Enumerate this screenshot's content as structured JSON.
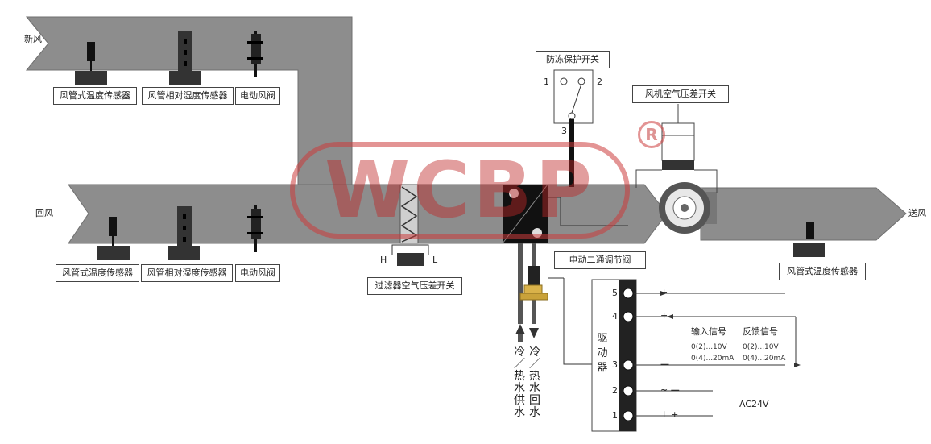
{
  "labels": {
    "fresh_air": "新风",
    "return_air": "回风",
    "supply_air": "送风",
    "antifreeze_switch": "防冻保护开关",
    "switch_pin1": "1",
    "switch_pin2": "2",
    "switch_pin3": "3",
    "fan_pressure_switch": "风机空气压差开关",
    "filter_pressure_switch": "过滤器空气压差开关",
    "filter_h": "H",
    "filter_l": "L",
    "valve": "电动二通调节阀",
    "driver": "驱动器",
    "water_supply": "冷／热水供水",
    "water_return": "冷／热水回水",
    "input_signal": "输入信号",
    "feedback_signal": "反馈信号",
    "input_v": "0(2)...10V",
    "input_ma": "0(4)...20mA",
    "feedback_v": "0(2)...10V",
    "feedback_ma": "0(4)...20mA",
    "ac24v": "AC24V",
    "watermark": "WCBP",
    "registered": "R"
  },
  "sensor_boxes_top": [
    "风管式温度传感器",
    "风管相对湿度传感器",
    "电动风阀"
  ],
  "sensor_boxes_mid": [
    "风管式温度传感器",
    "风管相对湿度传感器",
    "电动风阀"
  ],
  "sensor_box_right": "风管式温度传感器",
  "terminals": [
    {
      "num": "5",
      "sign": "+"
    },
    {
      "num": "4",
      "sign": "+"
    },
    {
      "num": "3",
      "sign": "—"
    },
    {
      "num": "2",
      "sign": "~  —"
    },
    {
      "num": "1",
      "sign": "⊥  +"
    }
  ],
  "colors": {
    "duct": "#8d8d8d",
    "duct_edge": "#6f6f6f",
    "dark": "#222222",
    "watermark": "#cc3c3c"
  }
}
